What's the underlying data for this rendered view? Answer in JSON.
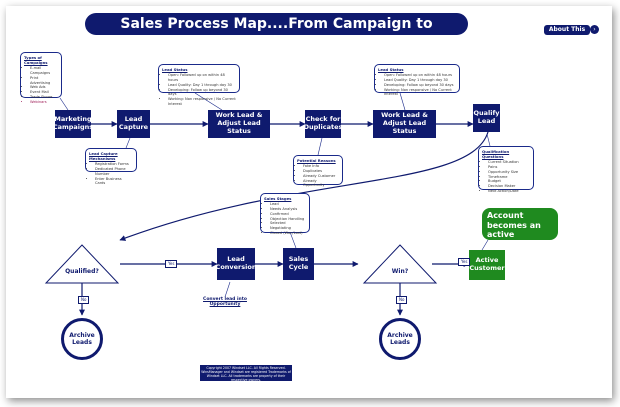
{
  "title": "Sales Process Map....From Campaign to Customer",
  "about_button": "About This Map",
  "about_icon": "arrow-circle-icon",
  "boxes": {
    "marketing": "Marketing Campaigns",
    "lead_capture": "Lead Capture",
    "work_lead_1": "Work Lead & Adjust Lead Status",
    "check_dup": "Check for Duplicates",
    "work_lead_2": "Work Lead & Adjust Lead Status",
    "qualify": "Qualify Lead",
    "lead_conversion": "Lead Conversion",
    "sales_cycle": "Sales Cycle",
    "active_customer": "Active Customer"
  },
  "decisions": {
    "qualified": "Qualified?",
    "win": "Win?"
  },
  "archive": {
    "a1": "Archive Leads",
    "a2": "Archive Leads"
  },
  "tags": {
    "yes1": "Yes",
    "no1": "No",
    "yes2": "Yes",
    "no2": "No"
  },
  "callout": "Account becomes an active customer.",
  "convert_link": "Convert lead into Opportunity",
  "notes": {
    "campaign_types": {
      "title": "Types of Campaigns",
      "items": [
        "E-mail Campaigns",
        "Print Advertising",
        "Web Ads",
        "Event Mail",
        "Trade Shows",
        "Webinars"
      ]
    },
    "lead_status_1": {
      "title": "Lead Status",
      "items": [
        "Open: Followed up on within 48 hours",
        "Lead Quality: Day 1 through day 30",
        "Developing: Follow up beyond 30 days",
        "Working: Non responsive / No Current Interest"
      ]
    },
    "lead_status_2": {
      "title": "Lead Status",
      "items": [
        "Open: Followed up on within 48 hours",
        "Lead Quality: Day 1 through day 30",
        "Developing: Follow up beyond 30 days",
        "Working: Non responsive / No Current Interest"
      ]
    },
    "capture_mechanisms": {
      "title": "Lead Capture Mechanisms",
      "items": [
        "Registration Forms",
        "Dedicated Phone Number",
        "Enter Business Cards"
      ]
    },
    "potential_reasons": {
      "title": "Potential Reasons",
      "items": [
        "Fake Info",
        "Duplicates",
        "Already Customer",
        "Already Opportunity"
      ]
    },
    "qualification_questions": {
      "title": "Qualification Questions",
      "items": [
        "Current Situation",
        "Pains",
        "Opportunity Size",
        "Timeframe",
        "Budget",
        "Decision Maker",
        "Next Action/Date"
      ]
    },
    "sales_stages": {
      "title": "Sales Stages",
      "items": [
        "Lead",
        "Needs Analysis",
        "Confirmed",
        "Objection Handling",
        "Selected",
        "Negotiating",
        "Closed (Won/Lost)"
      ]
    }
  },
  "footer": "Copyright 2007 Windset LLC. All Rights Reserved. WinsManager and Windset are registered Trademarks of Windset LLC. All trademarks are property of their respective owners."
}
